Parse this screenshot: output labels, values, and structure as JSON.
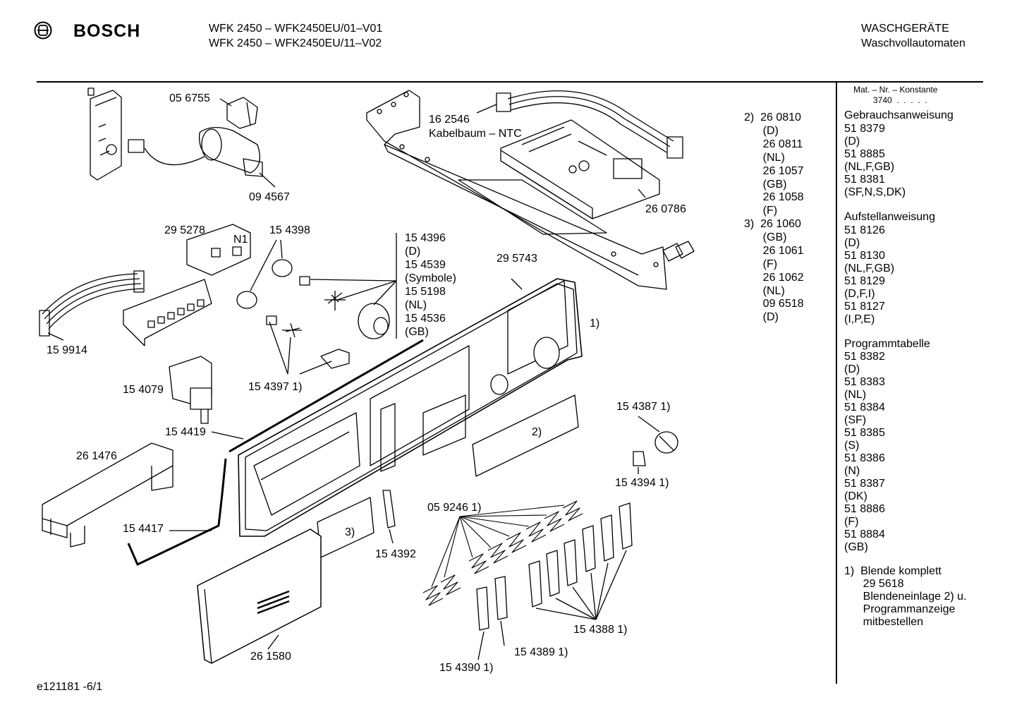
{
  "header": {
    "brand": "BOSCH",
    "model_line1": "WFK 2450 – WFK2450EU/01–V01",
    "model_line2": "WFK 2450 – WFK2450EU/11–V02",
    "category": "WASCHGERÄTE",
    "subcategory": "Waschvollautomaten"
  },
  "sidebar": {
    "mat_label": "Mat. – Nr. – Konstante",
    "mat_value": "3740  .  .  .  .  .",
    "sections": [
      {
        "title": "Gebrauchsanweisung",
        "lines": [
          "51 8379",
          "(D)",
          "51 8885",
          "(NL,F,GB)",
          "51 8381",
          "(SF,N,S,DK)"
        ]
      },
      {
        "title": "Aufstellanweisung",
        "lines": [
          "51 8126",
          "(D)",
          "51 8130",
          "(NL,F,GB)",
          "51 8129",
          "(D,F,I)",
          "51 8127",
          "(I,P,E)"
        ]
      },
      {
        "title": "Programmtabelle",
        "lines": [
          "51 8382",
          "(D)",
          "51 8383",
          "(NL)",
          "51 8384",
          "(SF)",
          "51 8385",
          "(S)",
          "51 8386",
          "(N)",
          "51 8387",
          "(DK)",
          "51 8886",
          "(F)",
          "51 8884",
          "(GB)"
        ]
      }
    ],
    "note": "1)  Blende komplett\n      29 5618\n      Blendeneinlage 2) u.\n      Programmanzeige\n      mitbestellen"
  },
  "variants": {
    "block2": "2)  26 0810\n      (D)\n      26 0811\n      (NL)\n      26 1057\n      (GB)\n      26 1058\n      (F)",
    "block3": "3)  26 1060\n      (GB)\n      26 1061\n      (F)\n      26 1062\n      (NL)\n      09 6518\n      (D)"
  },
  "parts": {
    "p056755": "05 6755",
    "p094567": "09 4567",
    "p162546": "16 2546",
    "kabelbaum": "Kabelbaum – NTC",
    "p260786": "26 0786",
    "p295278": "29 5278",
    "n1": "N1",
    "p154398": "15 4398",
    "p154396_block": "15 4396\n(D)\n15 4539\n(Symbole)\n15 5198\n(NL)\n15 4536\n(GB)",
    "p295743": "29 5743",
    "ref1": "1)",
    "p159914": "15 9914",
    "p154079": "15 4079",
    "p1543971": "15 4397 1)",
    "p154419": "15 4419",
    "p261476": "26 1476",
    "p154417": "15 4417",
    "ref2": "2)",
    "ref3": "3)",
    "p1543871": "15 4387 1)",
    "p1543941": "15 4394 1)",
    "p0592461": "05 9246 1)",
    "p154392": "15 4392",
    "p1543881": "15 4388 1)",
    "p1543891": "15 4389 1)",
    "p1543901": "15 4390 1)",
    "p261580": "26 1580"
  },
  "footer": {
    "code": "e121181 -6/1"
  }
}
